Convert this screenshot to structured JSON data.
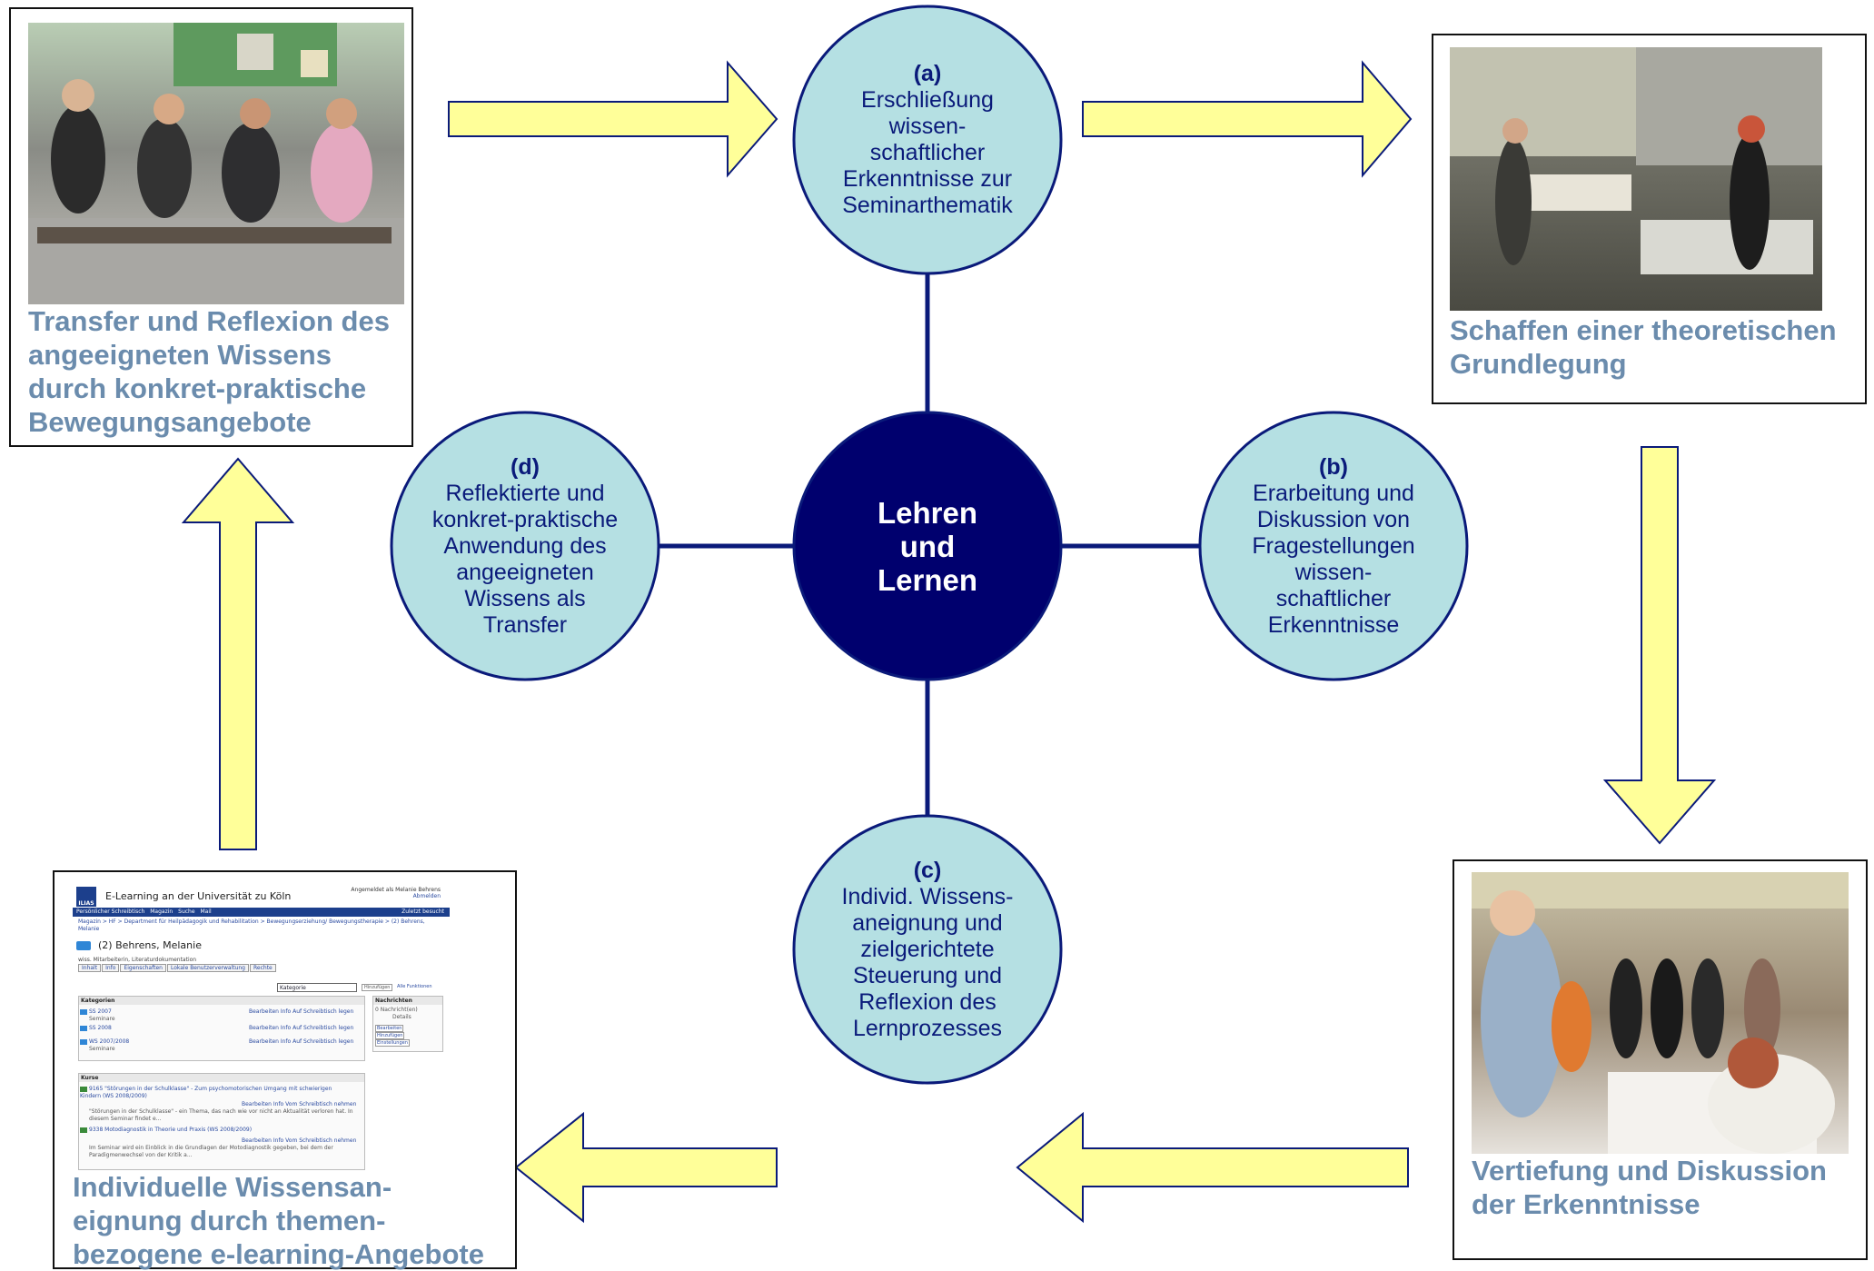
{
  "center": {
    "lines": [
      "Lehren",
      "und",
      "Lernen"
    ]
  },
  "nodes": {
    "a": {
      "label": "(a)",
      "lines": [
        "Erschließung",
        "wissen-",
        "schaftlicher",
        "Erkenntnisse zur",
        "Seminarthematik"
      ]
    },
    "b": {
      "label": "(b)",
      "lines": [
        "Erarbeitung  und",
        "Diskussion von",
        "Fragestellungen",
        "wissen-",
        "schaftlicher",
        "Erkenntnisse"
      ]
    },
    "c": {
      "label": "(c)",
      "lines": [
        "Individ. Wissens-",
        "aneignung und",
        "zielgerichtete",
        "Steuerung und",
        "Reflexion des",
        "Lernprozesses"
      ]
    },
    "d": {
      "label": "(d)",
      "lines": [
        "Reflektierte und",
        "konkret-praktische",
        "Anwendung des",
        "angeeigneten",
        "Wissens als",
        "Transfer"
      ]
    }
  },
  "boxes": {
    "top_left": {
      "caption": "Transfer und Reflexion des\nangeeigneten Wissens\ndurch konkret-praktische\nBewegungsangebote"
    },
    "top_right": {
      "caption": "Schaffen einer theoretischen\nGrundlegung"
    },
    "bottom_right": {
      "caption": "Vertiefung und Diskussion\nder Erkenntnisse"
    },
    "bottom_left": {
      "caption": "Individuelle Wissensan-\neignung durch themen-\nbezogene e-learning-Angebote"
    }
  },
  "ilias": {
    "logo": "ILIAS",
    "title": "E-Learning an der Universität zu Köln",
    "login": "Angemeldet als Melanie Behrens",
    "logout": "Abmelden",
    "nav": [
      "Persönlicher Schreibtisch",
      "Magazin",
      "Suche",
      "Mail"
    ],
    "nav_right": "Zuletzt besucht",
    "breadcrumb": "Magazin > HF > Department für Heilpädagogik und Rehabilitation > Bewegungserziehung/ Bewegungstherapie > (2) Behrens, Melanie",
    "page_title": "(2) Behrens, Melanie",
    "subtitle": "wiss. Mitarbeiterin, Literaturdokumentation",
    "tabs": [
      "Inhalt",
      "Info",
      "Eigenschaften",
      "Lokale Benutzerverwaltung",
      "Rechte"
    ],
    "select_value": "Kategorie",
    "add_button": "Hinzufügen",
    "all_functions": "Alle Funktionen",
    "categories_header": "Kategorien",
    "categories": [
      {
        "name": "SS 2007",
        "desc": "Seminare"
      },
      {
        "name": "SS 2008",
        "desc": ""
      },
      {
        "name": "WS 2007/2008",
        "desc": "Seminare"
      }
    ],
    "actions": "Bearbeiten  Info  Auf Schreibtisch legen",
    "news_header": "Nachrichten",
    "news_count": "0 Nachricht(en)",
    "news_details": "Details",
    "news_buttons": [
      "Bearbeiten",
      "Hinzufügen",
      "Einstellungen"
    ],
    "courses_header": "Kurse",
    "courses": [
      {
        "name": "9165 \"Störungen in der Schulklasse\" - Zum psychomotorischen Umgang mit schwierigen Kindern (WS 2008/2009)",
        "actions": "Bearbeiten  Info  Vom Schreibtisch nehmen",
        "desc": "\"Störungen in der Schulklasse\" - ein Thema, das nach wie vor nicht an Aktualität verloren hat. In diesem Seminar findet e..."
      },
      {
        "name": "9338 Motodiagnostik in Theorie und Praxis (WS 2008/2009)",
        "actions": "Bearbeiten  Info  Vom Schreibtisch nehmen",
        "desc": "Im Seminar wird ein Einblick in die Grundlagen der Motodiagnostik gegeben, bei dem der Paradigmenwechsel von der Kritik a..."
      }
    ]
  },
  "colors": {
    "center_fill": "#00006e",
    "node_fill": "#b5e0e3",
    "node_stroke": "#0a1a7a",
    "arrow_fill": "#ffff99",
    "arrow_stroke": "#0a1a7a",
    "caption": "#6b8cad"
  }
}
